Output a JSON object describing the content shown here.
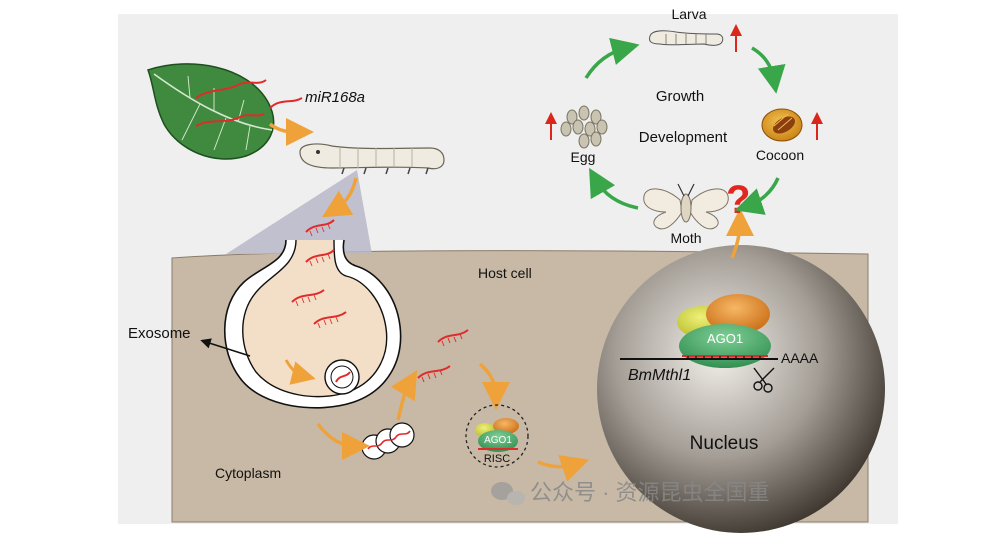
{
  "labels": {
    "mirna": "miR168a",
    "larva": "Larva",
    "growth": "Growth",
    "development": "Development",
    "egg": "Egg",
    "cocoon": "Cocoon",
    "moth": "Moth",
    "question": "?",
    "host_cell": "Host cell",
    "exosome": "Exosome",
    "ago1_main": "AGO1",
    "ago1_small": "AGO1",
    "polya": "AAAA",
    "gene": "BmMthl1",
    "risc": "RISC",
    "nucleus": "Nucleus",
    "cytoplasm": "Cytoplasm",
    "watermark": "公众号 · 资源昆虫全国重"
  },
  "colors": {
    "orange_arrow": "#f0a23a",
    "green_arrow": "#3aa64a",
    "red_up_arrow": "#d9271c",
    "question_mark": "#e0281f",
    "cell_fill": "#c7b9a5",
    "cytoplasm_inner": "#f3dfc8",
    "ago1_green": "#3fa561",
    "leaf_green": "#3f8a3f"
  },
  "icons": {
    "leaf": "mulberry-leaf-icon",
    "larva": "silkworm-larva-icon",
    "egg": "egg-cluster-icon",
    "cocoon": "cocoon-icon",
    "moth": "moth-icon",
    "scissors": "scissors-icon",
    "watermark": "wechat-icon"
  }
}
